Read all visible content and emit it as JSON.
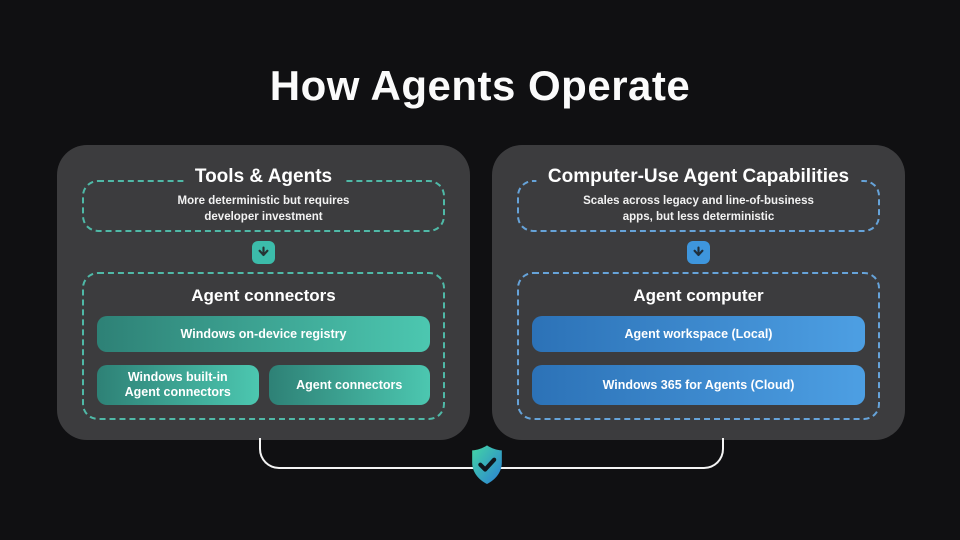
{
  "slide": {
    "title": "How Agents Operate"
  },
  "left_panel": {
    "title": "Tools & Agents",
    "subtitle_lines": [
      "More deterministic but requires",
      "developer investment"
    ],
    "download_icon": "download-arrow-icon",
    "group": {
      "title": "Agent connectors",
      "buttons": [
        {
          "label": "Windows on-device registry"
        },
        {
          "label": "Windows built-in Agent connectors"
        },
        {
          "label": "Agent connectors"
        }
      ]
    },
    "accent_color": "#4cc7b0",
    "dash_color": "#4fb9a7"
  },
  "right_panel": {
    "title": "Computer-Use Agent Capabilities",
    "subtitle_lines": [
      "Scales across legacy and line-of-business",
      "apps, but less deterministic"
    ],
    "download_icon": "download-arrow-icon",
    "group": {
      "title": "Agent computer",
      "buttons": [
        {
          "label": "Agent workspace (Local)"
        },
        {
          "label": "Windows 365 for Agents (Cloud)"
        }
      ]
    },
    "accent_color": "#4d9fe3",
    "dash_color": "#66a3d9"
  },
  "footer": {
    "icon": "shield-check-icon",
    "shield_gradient": [
      "#43d6a3",
      "#2b7fd4"
    ],
    "connector_color": "#f4f4f4"
  },
  "colors": {
    "background": "#101012",
    "panel_background": "#3c3c3e",
    "title_text": "#fbfbfb"
  }
}
